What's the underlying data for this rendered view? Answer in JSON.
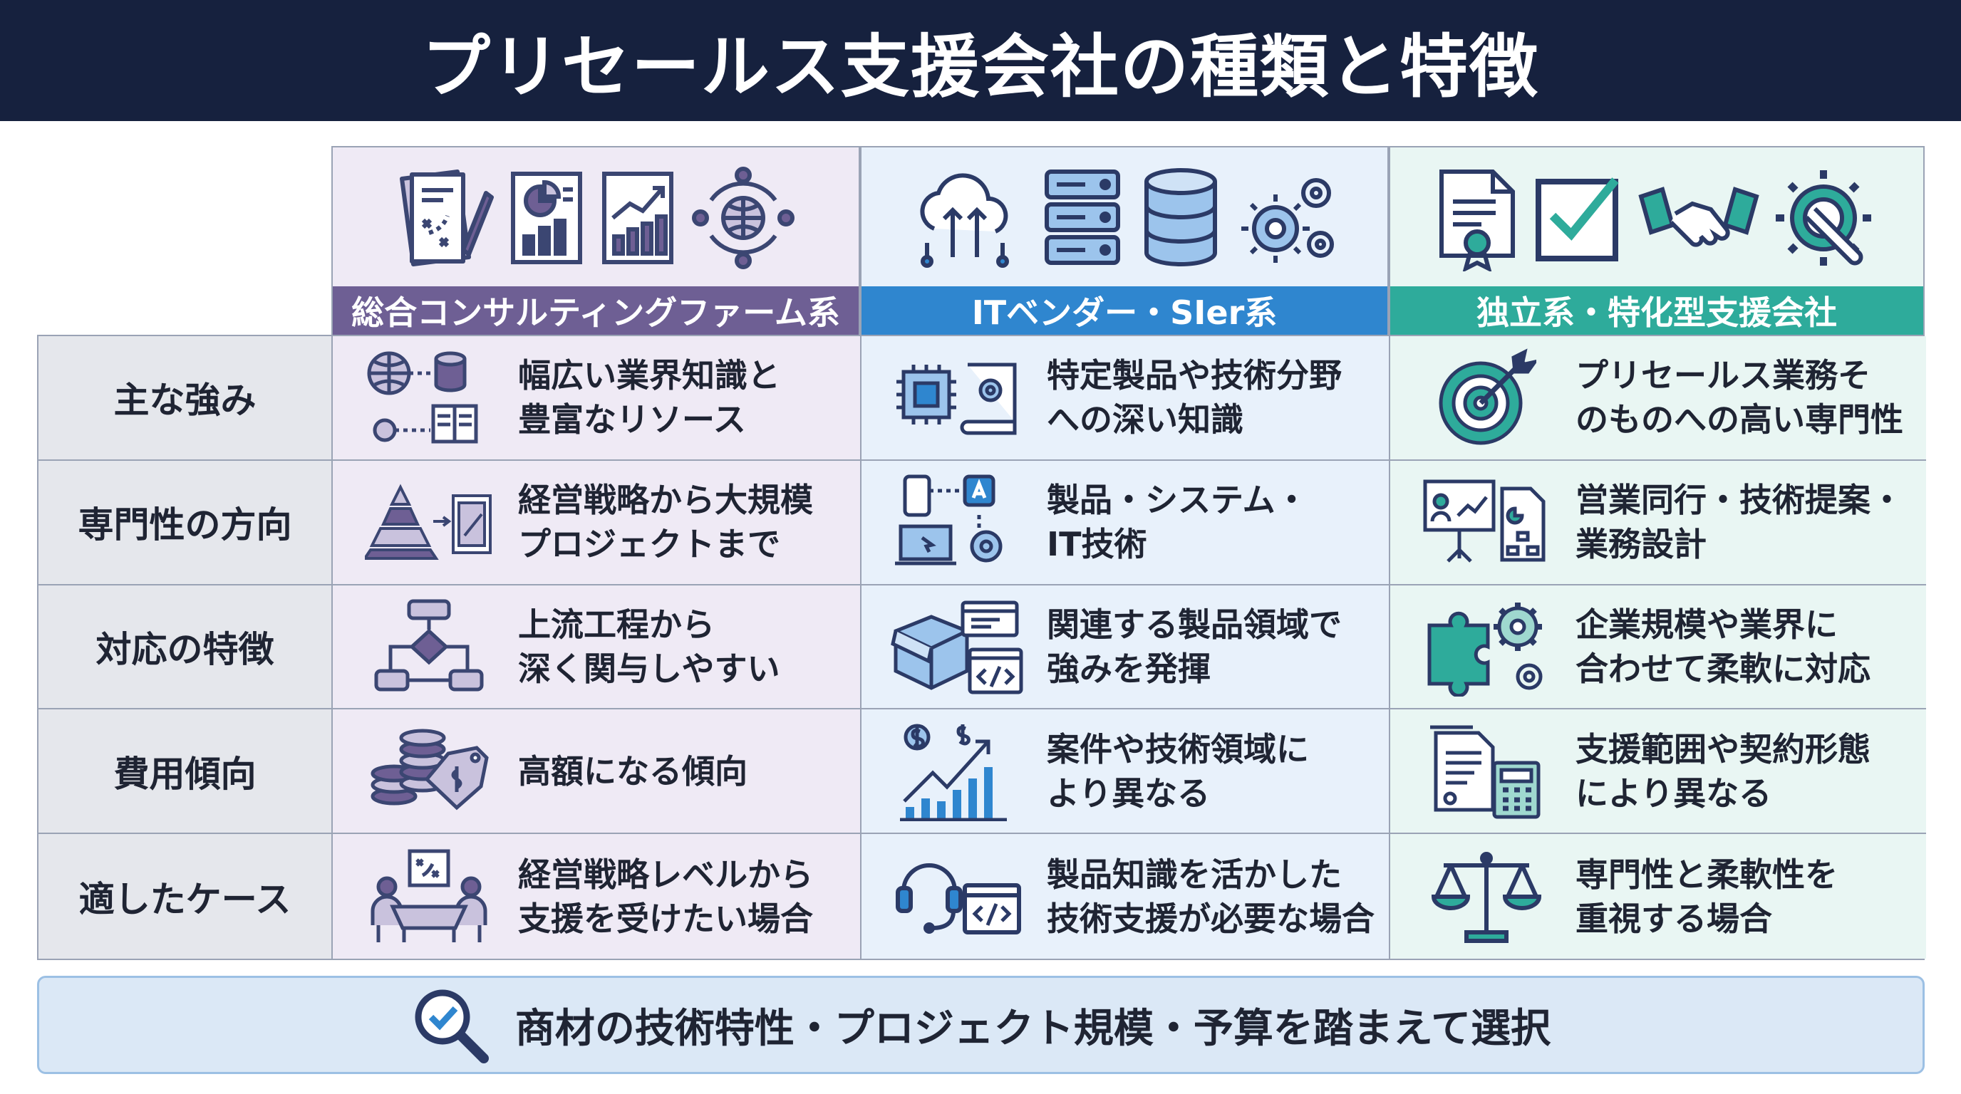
{
  "title": "プリセールス支援会社の種類と特徴",
  "colors": {
    "header_bg": "#16213e",
    "col1": "#6e5f94",
    "col2": "#2f86cf",
    "col3": "#2eab9b",
    "navy": "#3b4672"
  },
  "columns": [
    {
      "label": "総合コンサルティングファーム系",
      "icons": [
        "strategy-document-icon",
        "report-chart-icon",
        "growth-chart-icon",
        "global-network-icon"
      ]
    },
    {
      "label": "ITベンダー・SIer系",
      "icons": [
        "cloud-upload-icon",
        "server-rack-icon",
        "database-icon",
        "gears-icon"
      ]
    },
    {
      "label": "独立系・特化型支援会社",
      "icons": [
        "certificate-icon",
        "checkbox-icon",
        "handshake-icon",
        "wrench-gear-icon"
      ]
    }
  ],
  "rows": [
    {
      "label": "主な強み",
      "cells": [
        "幅広い業界知識と\n豊富なリソース",
        "特定製品や技術分野\nへの深い知識",
        "プリセールス業務そ\nのものへの高い専門性"
      ]
    },
    {
      "label": "専門性の方向",
      "cells": [
        "経営戦略から大規模\nプロジェクトまで",
        "製品・システム・\nIT技術",
        "営業同行・技術提案・\n業務設計"
      ]
    },
    {
      "label": "対応の特徴",
      "cells": [
        "上流工程から\n深く関与しやすい",
        "関連する製品領域で\n強みを発揮",
        "企業規模や業界に\n合わせて柔軟に対応"
      ]
    },
    {
      "label": "費用傾向",
      "cells": [
        "高額になる傾向",
        "案件や技術領域に\nより異なる",
        "支援範囲や契約形態\nにより異なる"
      ]
    },
    {
      "label": "適したケース",
      "cells": [
        "経営戦略レベルから\n支援を受けたい場合",
        "製品知識を活かした\n技術支援が必要な場合",
        "専門性と柔軟性を\n重視する場合"
      ]
    }
  ],
  "footer": {
    "text": "商材の技術特性・プロジェクト規模・予算を踏まえて選択",
    "icon": "search-check-icon"
  }
}
